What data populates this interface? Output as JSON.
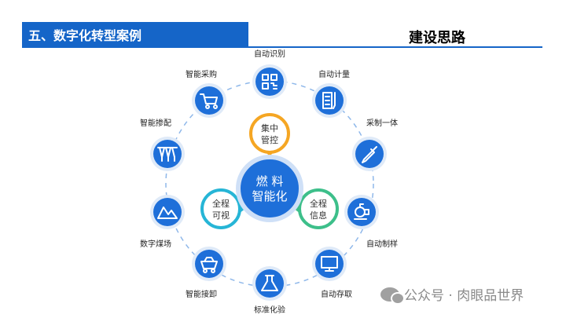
{
  "header": {
    "section_title": "五、数字化转型案例",
    "right_title": "建设思路"
  },
  "center": {
    "line1": "燃  料",
    "line2": "智能化"
  },
  "satellites": [
    {
      "line1": "集中",
      "line2": "管控",
      "color": "#f5a623"
    },
    {
      "line1": "全程",
      "line2": "可视",
      "color": "#26b5d6"
    },
    {
      "line1": "全程",
      "line2": "信息",
      "color": "#3dbf8a"
    }
  ],
  "nodes": [
    {
      "label": "自动识别",
      "icon": "qr-code-icon"
    },
    {
      "label": "自动计量",
      "icon": "measurement-icon"
    },
    {
      "label": "采制一体",
      "icon": "dropper-icon"
    },
    {
      "label": "自动制样",
      "icon": "crusher-icon"
    },
    {
      "label": "自动存取",
      "icon": "monitor-icon"
    },
    {
      "label": "标准化验",
      "icon": "flask-icon"
    },
    {
      "label": "智能接卸",
      "icon": "coal-cart-icon"
    },
    {
      "label": "数字煤场",
      "icon": "coal-pile-icon"
    },
    {
      "label": "智能掺配",
      "icon": "blending-icon"
    },
    {
      "label": "智能采购",
      "icon": "shopping-cart-icon"
    }
  ],
  "watermark": "公众号 · 肉眼品世界",
  "colors": {
    "brand_blue": "#1565c8",
    "node_blue": "#1e6fd9"
  }
}
